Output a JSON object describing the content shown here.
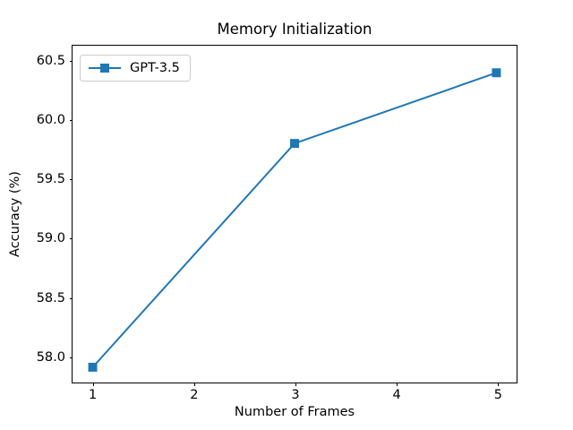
{
  "chart_data": {
    "type": "line",
    "title": "Memory Initialization",
    "xlabel": "Number of Frames",
    "ylabel": "Accuracy (%)",
    "x": [
      1,
      3,
      5
    ],
    "xlim": [
      0.8,
      5.2
    ],
    "ylim": [
      57.77,
      60.63
    ],
    "xticks": [
      "1",
      "2",
      "3",
      "4",
      "5"
    ],
    "xtick_values": [
      1,
      2,
      3,
      4,
      5
    ],
    "yticks": [
      "58.0",
      "58.5",
      "59.0",
      "59.5",
      "60.0",
      "60.5"
    ],
    "ytick_values": [
      58.0,
      58.5,
      59.0,
      59.5,
      60.0,
      60.5
    ],
    "grid": false,
    "legend_position": "upper left",
    "marker": "square",
    "series": [
      {
        "name": "GPT-3.5",
        "values": [
          57.9,
          59.8,
          60.4
        ],
        "color": "#1f77b4"
      }
    ]
  },
  "legend": {
    "entries": [
      {
        "label": "GPT-3.5",
        "color": "#1f77b4"
      }
    ]
  }
}
